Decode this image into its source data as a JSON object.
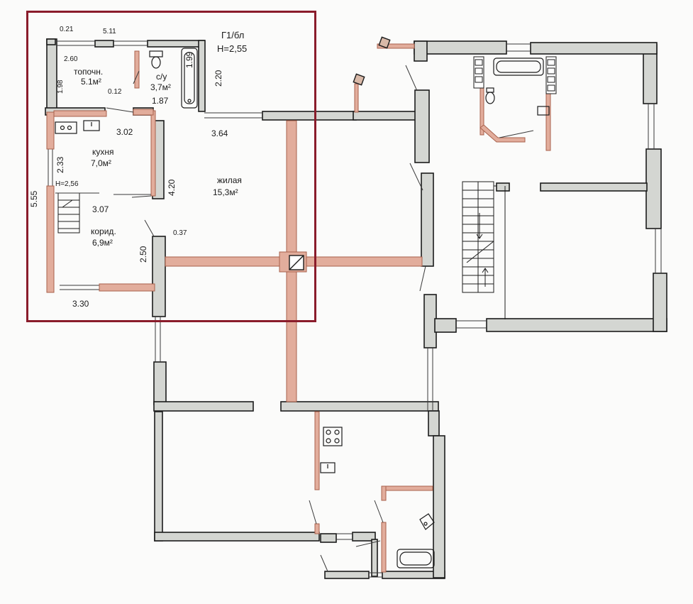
{
  "sheet": {
    "title": "Г1/бл",
    "height": "Н=2,55"
  },
  "rooms": {
    "furnace": {
      "name": "топочн.",
      "area": "5.1м²"
    },
    "bath": {
      "name": "с/у",
      "area": "3,7м²"
    },
    "kitchen": {
      "name": "кухня",
      "area": "7,0м²",
      "height": "Н=2,56"
    },
    "living": {
      "name": "жилая",
      "area": "15,3м²"
    },
    "corridor": {
      "name": "корид.",
      "area": "6,9м²"
    }
  },
  "dimensions": {
    "d021": "0.21",
    "d511": "5.11",
    "d260": "2.60",
    "d198": "1.98",
    "d199": "1.99",
    "d012": "0.12",
    "d187": "1.87",
    "d220": "2.20",
    "d302": "3.02",
    "d364": "3.64",
    "d233": "2.33",
    "d555": "5.55",
    "d420": "4.20",
    "d307": "3.07",
    "d250": "2.50",
    "d037": "0.37",
    "d330": "3.30"
  },
  "colors": {
    "highlight_frame": "#8a1c2b",
    "wall_fill": "#d4d6d2",
    "wall_stroke": "#1c1c1c",
    "new_wall": "#e2ad9c",
    "new_wall_stroke": "#a8614c",
    "thin_line": "#3a3a3a"
  },
  "icons": [
    "stairs-icon",
    "bathtub-icon",
    "toilet-icon",
    "sink-icon",
    "stove-icon",
    "chimney-icon",
    "radiator-icon"
  ]
}
